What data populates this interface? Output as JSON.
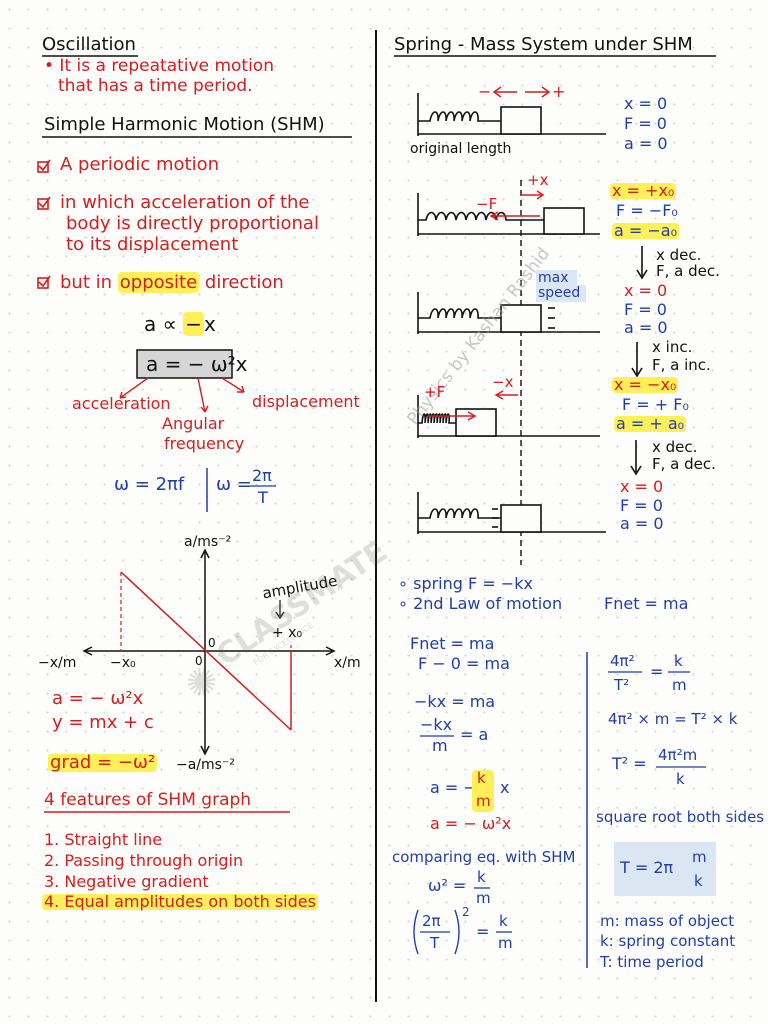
{
  "left": {
    "oscillation": {
      "title": "Oscillation",
      "line1": "• It is a repeatative motion",
      "line2": "that has a time period."
    },
    "shm": {
      "title": "Simple Harmonic Motion (SHM)",
      "b1": "A periodic motion",
      "b2a": "in which acceleration of the",
      "b2b": "body is directly proportional",
      "b2c": "to its displacement",
      "b3a": "but in",
      "b3b": "opposite",
      "b3c": "direction",
      "prop_a": "a ∝",
      "prop_minus": "−",
      "prop_x": "x",
      "formula": "a = − ω²x",
      "lbl_acc": "acceleration",
      "lbl_ang1": "Angular",
      "lbl_ang2": "frequency",
      "lbl_disp": "displacement",
      "omega1": "ω = 2πf",
      "omega2a": "ω =",
      "omega2_num": "2π",
      "omega2_den": "T"
    },
    "graph": {
      "y_top": "a/ms⁻²",
      "y_bottom": "−a/ms⁻²",
      "x_left": "−x/m",
      "x_right": "x/m",
      "x_neg": "−x₀",
      "x_pos": "+ x₀",
      "origin0": "0",
      "origin1": "0",
      "amplitude": "amplitude",
      "eq1": "a = − ω²x",
      "eq2": "y = mx + c",
      "grad": "grad = −ω²"
    },
    "features": {
      "title": "4 features of SHM graph",
      "items": [
        "1. Straight line",
        "2. Passing through origin",
        "3. Negative gradient",
        "4. Equal amplitudes on both sides"
      ]
    }
  },
  "right": {
    "title": "Spring - Mass System under SHM",
    "arrow_minus": "−",
    "arrow_plus": "+",
    "original_length": "original length",
    "plus_x": "+x",
    "minus_F": "−F",
    "minus_x": "−x",
    "plus_F": "+F",
    "max_speed1": "max",
    "max_speed2": "speed",
    "s1": [
      "x = 0",
      "F = 0",
      "a = 0"
    ],
    "s2": [
      "x = +x₀",
      "F = −F₀",
      "a = −a₀"
    ],
    "s2_note": [
      "x dec.",
      "F, a dec."
    ],
    "s3": [
      "x = 0",
      "F = 0",
      "a = 0"
    ],
    "s3_note": [
      "x inc.",
      "F, a inc."
    ],
    "s4": [
      "x = −x₀",
      "F = + F₀",
      "a = + a₀"
    ],
    "s4_note": [
      "x dec.",
      "F, a dec."
    ],
    "s5": [
      "x = 0",
      "F = 0",
      "a = 0"
    ],
    "watermark": "Physics by Kashan Rashid",
    "logo_text": "CLASSMATE",
    "logo_sub": "FOR EXCELLENCE"
  },
  "derivation": {
    "spring": "∘ spring   F = −kx",
    "newton": "∘ 2nd Law of motion",
    "fnet_top": "Fnet = ma",
    "l1": "Fnet = ma",
    "l2": "F − 0 = ma",
    "l3": "−kx = ma",
    "l4_num": "−kx",
    "l4_den": "m",
    "l4_rhs": "= a",
    "l5_lhs": "a = −",
    "l5_num": "k",
    "l5_den": "m",
    "l5_x": "x",
    "l6": "a = − ω²x",
    "comparing": "comparing eq. with SHM",
    "w2_lhs": "ω² =",
    "w2_num": "k",
    "w2_den": "m",
    "tsq_num": "2π",
    "tsq_den": "T",
    "tsq_pow": "2",
    "tsq_eq": "=",
    "tsq_rnum": "k",
    "tsq_rden": "m",
    "r1_num": "4π²",
    "r1_den": "T²",
    "r1_eq": "=",
    "r1_rnum": "k",
    "r1_rden": "m",
    "r2": "4π² × m = T² × k",
    "r3_lhs": "T² =",
    "r3_num": "4π²m",
    "r3_den": "k",
    "sqrt_note": "square root both sides",
    "period_lhs": "T = 2π",
    "period_num": "m",
    "period_den": "k",
    "legend": [
      "m: mass of object",
      "k: spring constant",
      "T: time period"
    ]
  }
}
